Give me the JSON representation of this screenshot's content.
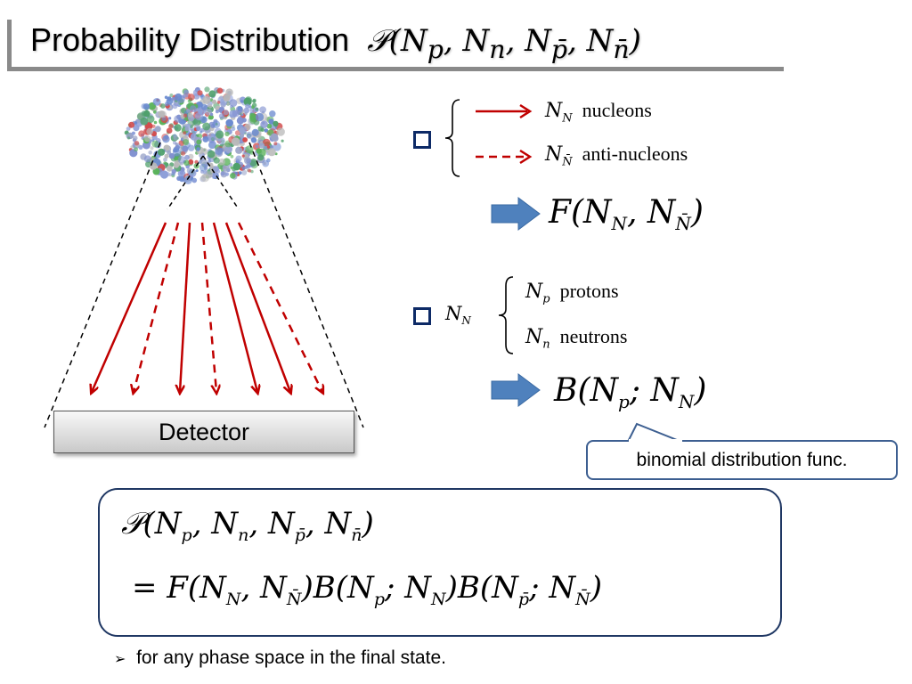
{
  "title": {
    "text": "Probability Distribution",
    "math": "𝒫(Nₚ, Nₙ, N_p̄, N_n̄)"
  },
  "detector": {
    "label": "Detector"
  },
  "section1": {
    "nucleons_symbol": "N_N",
    "nucleons_label": "nucleons",
    "antinucleons_symbol": "N_N̄",
    "antinucleons_label": "anti-nucleons",
    "result": "F(N_N, N_N̄)"
  },
  "section2": {
    "lhs_symbol": "N_N",
    "protons_symbol": "N_p",
    "protons_label": "protons",
    "neutrons_symbol": "N_n",
    "neutrons_label": "neutrons",
    "result": "B(N_p; N_N)"
  },
  "callout": {
    "text": "binomial distribution func."
  },
  "formula": {
    "line1": "𝒫(Nₚ, Nₙ, N_p̄, N_n̄)",
    "line2": "= F(N_N, N_N̄)B(Nₚ; N_N)B(N_p̄; N_N̄)"
  },
  "note": {
    "bullet": "➢",
    "text": "for any phase space in the final state."
  },
  "colors": {
    "arrow_red": "#c00000",
    "block_arrow": "#4f81bd",
    "square_border": "#0d2a66",
    "formula_border": "#1f3763",
    "title_bar": "#8a8a8a"
  },
  "icons": {
    "particle_cloud": "particle-cloud-icon",
    "solid_arrow": "solid-arrow-icon",
    "dashed_arrow": "dashed-arrow-icon",
    "block_arrow": "block-arrow-icon",
    "bullet_square": "square-bullet-icon"
  }
}
